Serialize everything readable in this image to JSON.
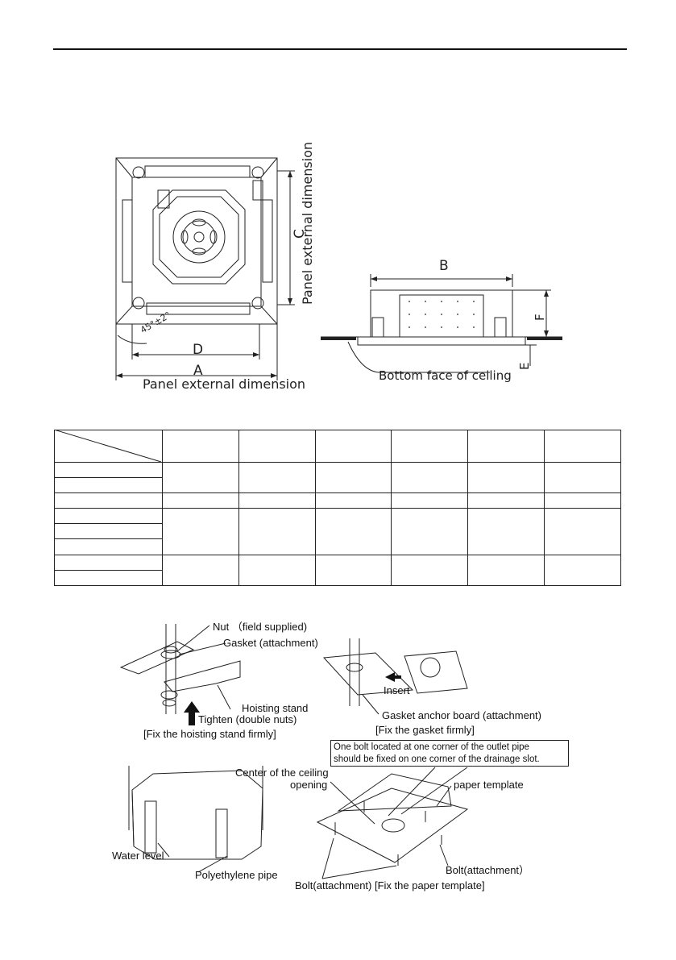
{
  "top_figure": {
    "label_A": "A",
    "label_B": "B",
    "label_C": "C",
    "label_D": "D",
    "label_E": "E",
    "label_F": "F",
    "angle": "45°±2°",
    "panel_external_bottom": "Panel external dimension",
    "panel_external_side": "Panel external dimension",
    "bottom_face": "Bottom face of ceiling"
  },
  "install_figure": {
    "nut": "Nut （field supplied)",
    "gasket": "Gasket (attachment)",
    "hoisting_stand": "Hoisting stand",
    "tighten": "Tighten (double nuts)",
    "fix_hoisting": "[Fix the hoisting stand firmly]",
    "insert": "Insert",
    "gasket_anchor": "Gasket anchor board (attachment)",
    "fix_gasket": "[Fix the gasket firmly]",
    "note_line1": "One bolt located at one corner of the outlet pipe",
    "note_line2": "should be fixed on one corner of the drainage slot.",
    "center_line1": "Center of the ceiling",
    "center_line2": "opening",
    "paper_template": "paper template",
    "water_level": "Water level",
    "polyethylene": "Polyethylene pipe",
    "bolt_right": "Bolt(attachment）",
    "bolt_bottom": "Bolt(attachment) [Fix the paper template]"
  }
}
